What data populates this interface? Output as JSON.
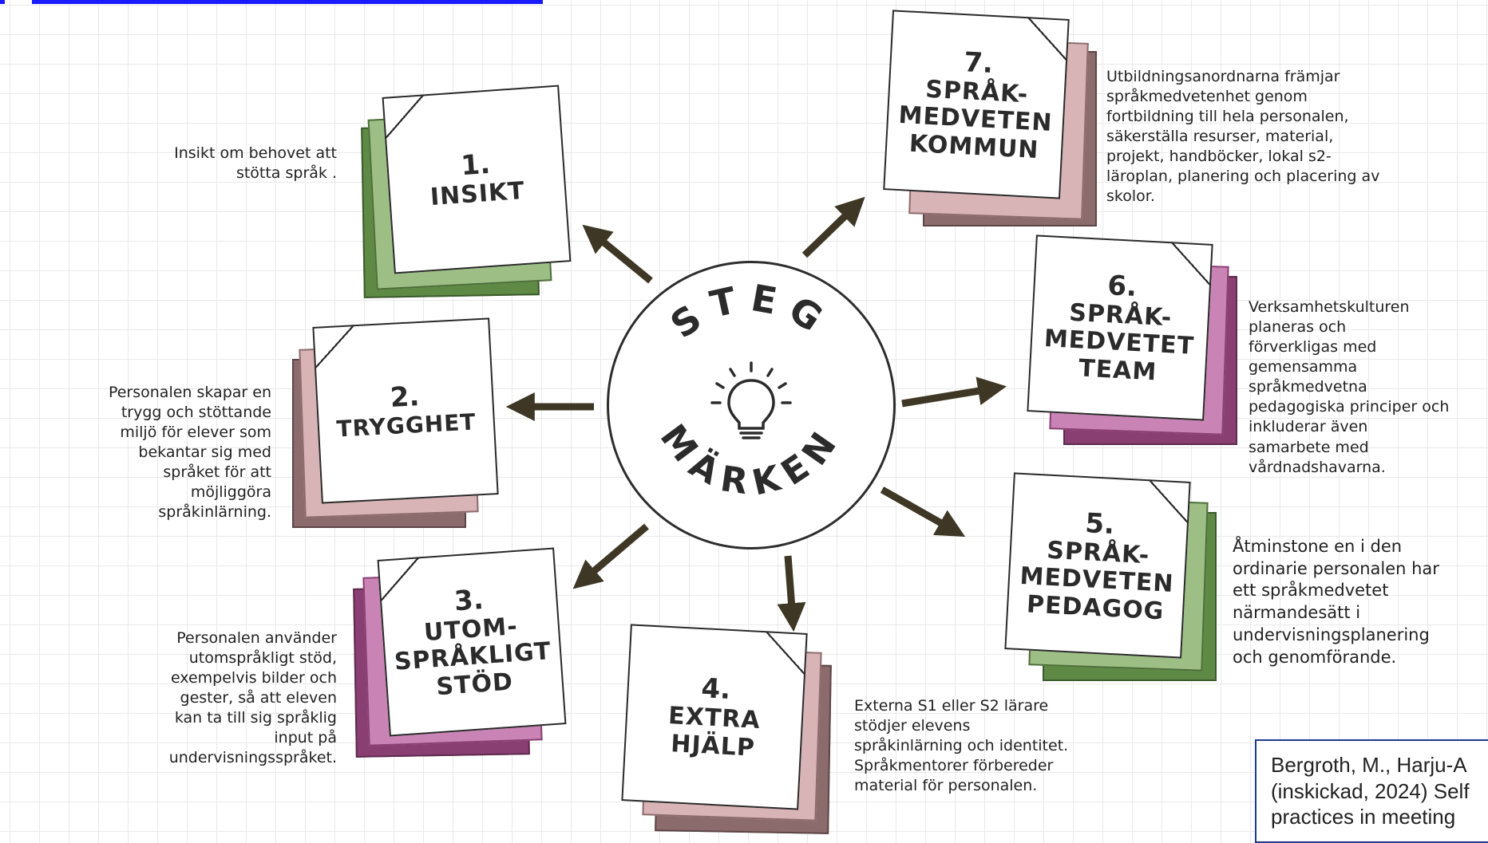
{
  "center": {
    "word_top": "STEG",
    "word_bottom": "MÄRKEN",
    "icon": "lightbulb-icon"
  },
  "colors": {
    "arrow": "#3f3725",
    "green": [
      "#5e8a45",
      "#9dbf85"
    ],
    "rose": [
      "#8c6b6c",
      "#d9b4b6"
    ],
    "purple": [
      "#8a3f72",
      "#c984b5"
    ]
  },
  "steps": [
    {
      "num": "1.",
      "title": [
        "INSIKT"
      ],
      "desc": [
        "Insikt om behovet att",
        "stötta språk ."
      ]
    },
    {
      "num": "2.",
      "title": [
        "TRYGGHET"
      ],
      "desc": [
        "Personalen skapar en",
        "trygg och stöttande",
        "miljö för elever som",
        "bekantar sig med",
        "språket för att",
        "möjliggöra",
        "språkinlärning."
      ]
    },
    {
      "num": "3.",
      "title": [
        "UTOM-",
        "SPRÅKLIGT",
        "STÖD"
      ],
      "desc": [
        "Personalen använder",
        "utomspråkligt stöd,",
        "exempelvis bilder och",
        "gester, så att eleven",
        "kan ta till sig språklig",
        "input på",
        "undervisningsspråket."
      ]
    },
    {
      "num": "4.",
      "title": [
        "EXTRA",
        "HJÄLP"
      ],
      "desc": [
        "Externa S1 eller S2  lärare",
        "stödjer elevens",
        "språkinlärning och identitet.",
        "Språkmentorer förbereder",
        "material för personalen."
      ]
    },
    {
      "num": "5.",
      "title": [
        "SPRÅK-",
        "MEDVETEN",
        "PEDAGOG"
      ],
      "desc": [
        "Åtminstone en i den",
        "ordinarie personalen har",
        "ett språkmedvetet",
        "närmandesätt i",
        "undervisningsplanering",
        "och genomförande."
      ]
    },
    {
      "num": "6.",
      "title": [
        "SPRÅK-",
        "MEDVETET",
        "TEAM"
      ],
      "desc": [
        "Verksamhetskulturen",
        "planeras och",
        "förverkligas med",
        "gemensamma",
        "språkmedvetna",
        "pedagogiska principer och",
        "inkluderar även",
        "samarbete med",
        "vårdnadshavarna."
      ]
    },
    {
      "num": "7.",
      "title": [
        "SPRÅK-",
        "MEDVETEN",
        "KOMMUN"
      ],
      "desc": [
        "Utbildningsanordnarna främjar",
        "språkmedvetenhet genom",
        "fortbildning till hela personalen,",
        "säkerställa resurser, material,",
        "projekt, handböcker, lokal s2-",
        "läroplan, planering och placering av",
        "skolor."
      ]
    }
  ],
  "reference": [
    "Bergroth, M., Harju-A",
    "(inskickad, 2024) Self",
    "practices in meeting"
  ]
}
